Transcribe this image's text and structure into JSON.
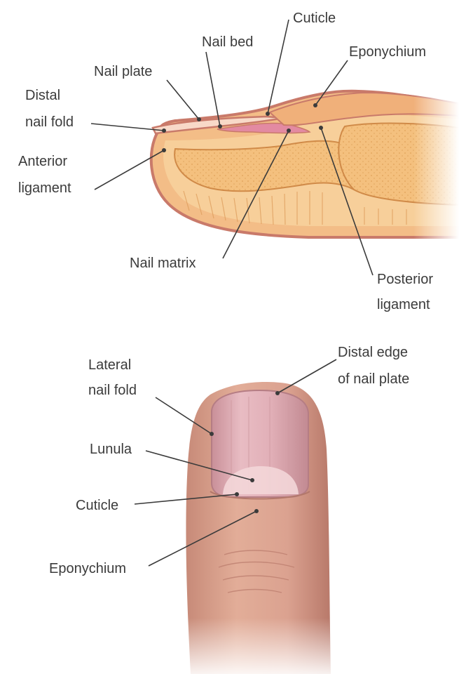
{
  "top_diagram": {
    "labels": {
      "cuticle": "Cuticle",
      "nail_bed": "Nail bed",
      "eponychium": "Eponychium",
      "nail_plate": "Nail plate",
      "distal_nail_fold_line1": "Distal",
      "distal_nail_fold_line2": "nail fold",
      "anterior_ligament_line1": "Anterior",
      "anterior_ligament_line2": "ligament",
      "nail_matrix": "Nail matrix",
      "posterior_ligament_line1": "Posterior",
      "posterior_ligament_line2": "ligament"
    }
  },
  "bottom_diagram": {
    "labels": {
      "lateral_nail_fold_line1": "Lateral",
      "lateral_nail_fold_line2": "nail fold",
      "distal_edge_line1": "Distal edge",
      "distal_edge_line2": "of nail plate",
      "lunula": "Lunula",
      "cuticle": "Cuticle",
      "eponychium": "Eponychium"
    }
  },
  "colors": {
    "tissue": "#f6c98a",
    "tissue_dark": "#e8a55e",
    "skin_outline": "#c97a6a",
    "nail_pink": "#e9a7b4",
    "finger_skin": "#d9a08c",
    "label_text": "#3b3b3b"
  }
}
